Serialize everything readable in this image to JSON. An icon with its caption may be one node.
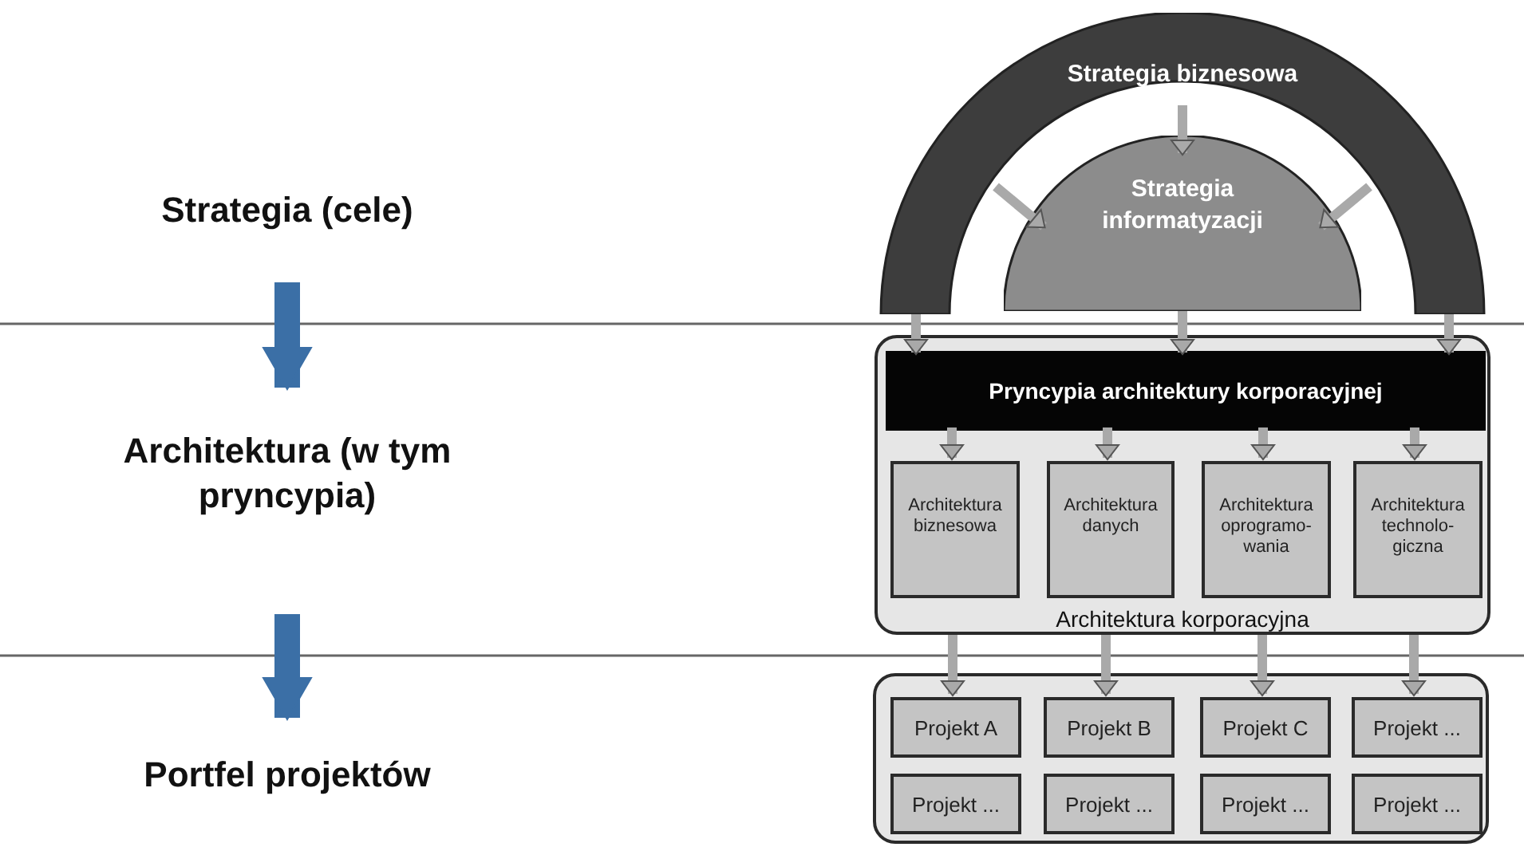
{
  "diagram": {
    "nodes": [
      {
        "text": [
          "Strategia (cele)"
        ]
      },
      {
        "text": [
          "Architektura (w tym pryncypia)"
        ]
      },
      {
        "text": [
          "Portfel projektów"
        ]
      },
      {
        "text": [
          "Strategia biznesowa"
        ]
      },
      {
        "text": [
          "Strategia informatyzacji"
        ]
      },
      {
        "text": [
          "Architektura korporacyjna"
        ]
      },
      {
        "text": [
          "Pryncypia architektury korporacyjnej"
        ],
        "in": 5
      },
      {
        "text": [
          "Architektura biznesowa"
        ],
        "in": 5
      },
      {
        "text": [
          "Architektura danych"
        ],
        "in": 5
      },
      {
        "text": [
          "Architektura oprogramo- wania"
        ],
        "in": 5
      },
      {
        "text": [
          "Architektura technolo- giczna"
        ],
        "in": 5
      },
      {
        "text": [],
        "shape": "box"
      },
      {
        "text": [
          "Projekt A"
        ],
        "in": 11
      },
      {
        "text": [
          "Projekt B"
        ],
        "in": 11
      },
      {
        "text": [
          "Projekt C"
        ],
        "in": 11
      },
      {
        "text": [
          "Projekt ..."
        ],
        "in": 11
      },
      {
        "text": [
          "Projekt ..."
        ],
        "in": 11
      },
      {
        "text": [
          "Projekt ..."
        ],
        "in": 11
      },
      {
        "text": [
          "Projekt ..."
        ],
        "in": 11
      },
      {
        "text": [
          "Projekt ..."
        ],
        "in": 11
      }
    ],
    "edges": [
      {
        "from": 0,
        "to": 1,
        "arrow": "to",
        "style": "thick",
        "color": "#3b6fa6"
      },
      {
        "from": 1,
        "to": 2,
        "arrow": "to",
        "style": "thick",
        "color": "#3b6fa6"
      },
      {
        "from": 3,
        "to": 4,
        "arrow": "to"
      },
      {
        "from": 3,
        "to": 4,
        "arrow": "to"
      },
      {
        "from": 3,
        "to": 4,
        "arrow": "to"
      },
      {
        "from": 3,
        "to": 6,
        "arrow": "to"
      },
      {
        "from": 4,
        "to": 6,
        "arrow": "to"
      },
      {
        "from": 3,
        "to": 6,
        "arrow": "to"
      },
      {
        "from": 6,
        "to": 7,
        "arrow": "to"
      },
      {
        "from": 6,
        "to": 8,
        "arrow": "to"
      },
      {
        "from": 6,
        "to": 9,
        "arrow": "to"
      },
      {
        "from": 6,
        "to": 10,
        "arrow": "to"
      },
      {
        "from": 5,
        "to": 12,
        "arrow": "to"
      },
      {
        "from": 5,
        "to": 13,
        "arrow": "to"
      },
      {
        "from": 5,
        "to": 14,
        "arrow": "to"
      },
      {
        "from": 5,
        "to": 15,
        "arrow": "to"
      }
    ]
  }
}
